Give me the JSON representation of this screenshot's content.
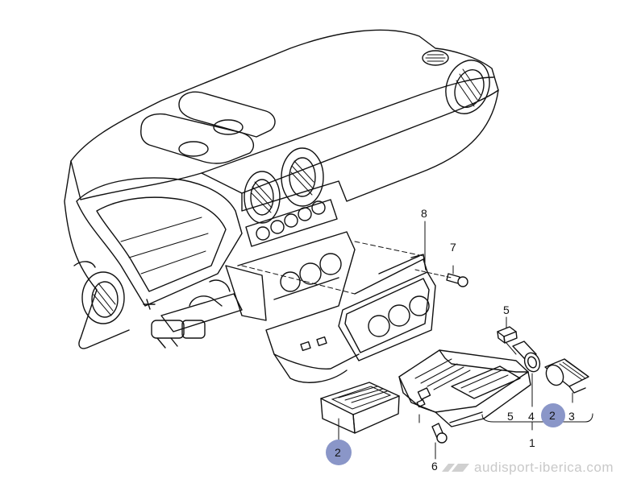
{
  "callouts": {
    "c1": "1",
    "c2a": "2",
    "c2b": "2",
    "c3": "3",
    "c4": "4",
    "c5a": "5",
    "c5b": "5",
    "c6": "6",
    "c7": "7",
    "c8": "8"
  },
  "watermark": {
    "text": "audisport-iberica.com"
  },
  "colors": {
    "badge": "#8a96c8",
    "lines": "#111111",
    "watermark": "#c9c9c9"
  }
}
